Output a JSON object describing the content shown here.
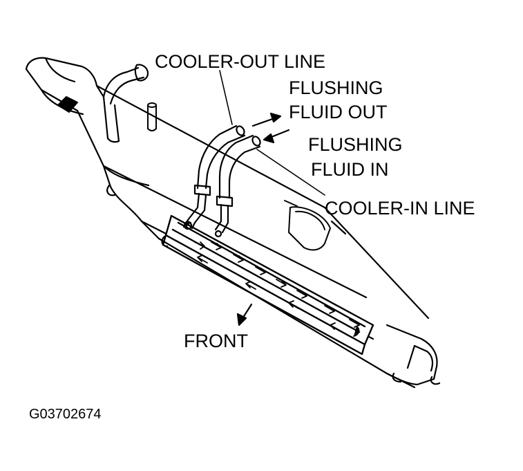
{
  "labels": {
    "cooler_out_line": "COOLER-OUT LINE",
    "flushing_fluid_out_1": "FLUSHING",
    "flushing_fluid_out_2": "FLUID OUT",
    "flushing_fluid_in_1": "FLUSHING",
    "flushing_fluid_in_2": "FLUID IN",
    "cooler_in_line": "COOLER-IN LINE",
    "front": "FRONT"
  },
  "figure_code": "G03702674",
  "colors": {
    "ink": "#000000",
    "paper": "#ffffff"
  }
}
